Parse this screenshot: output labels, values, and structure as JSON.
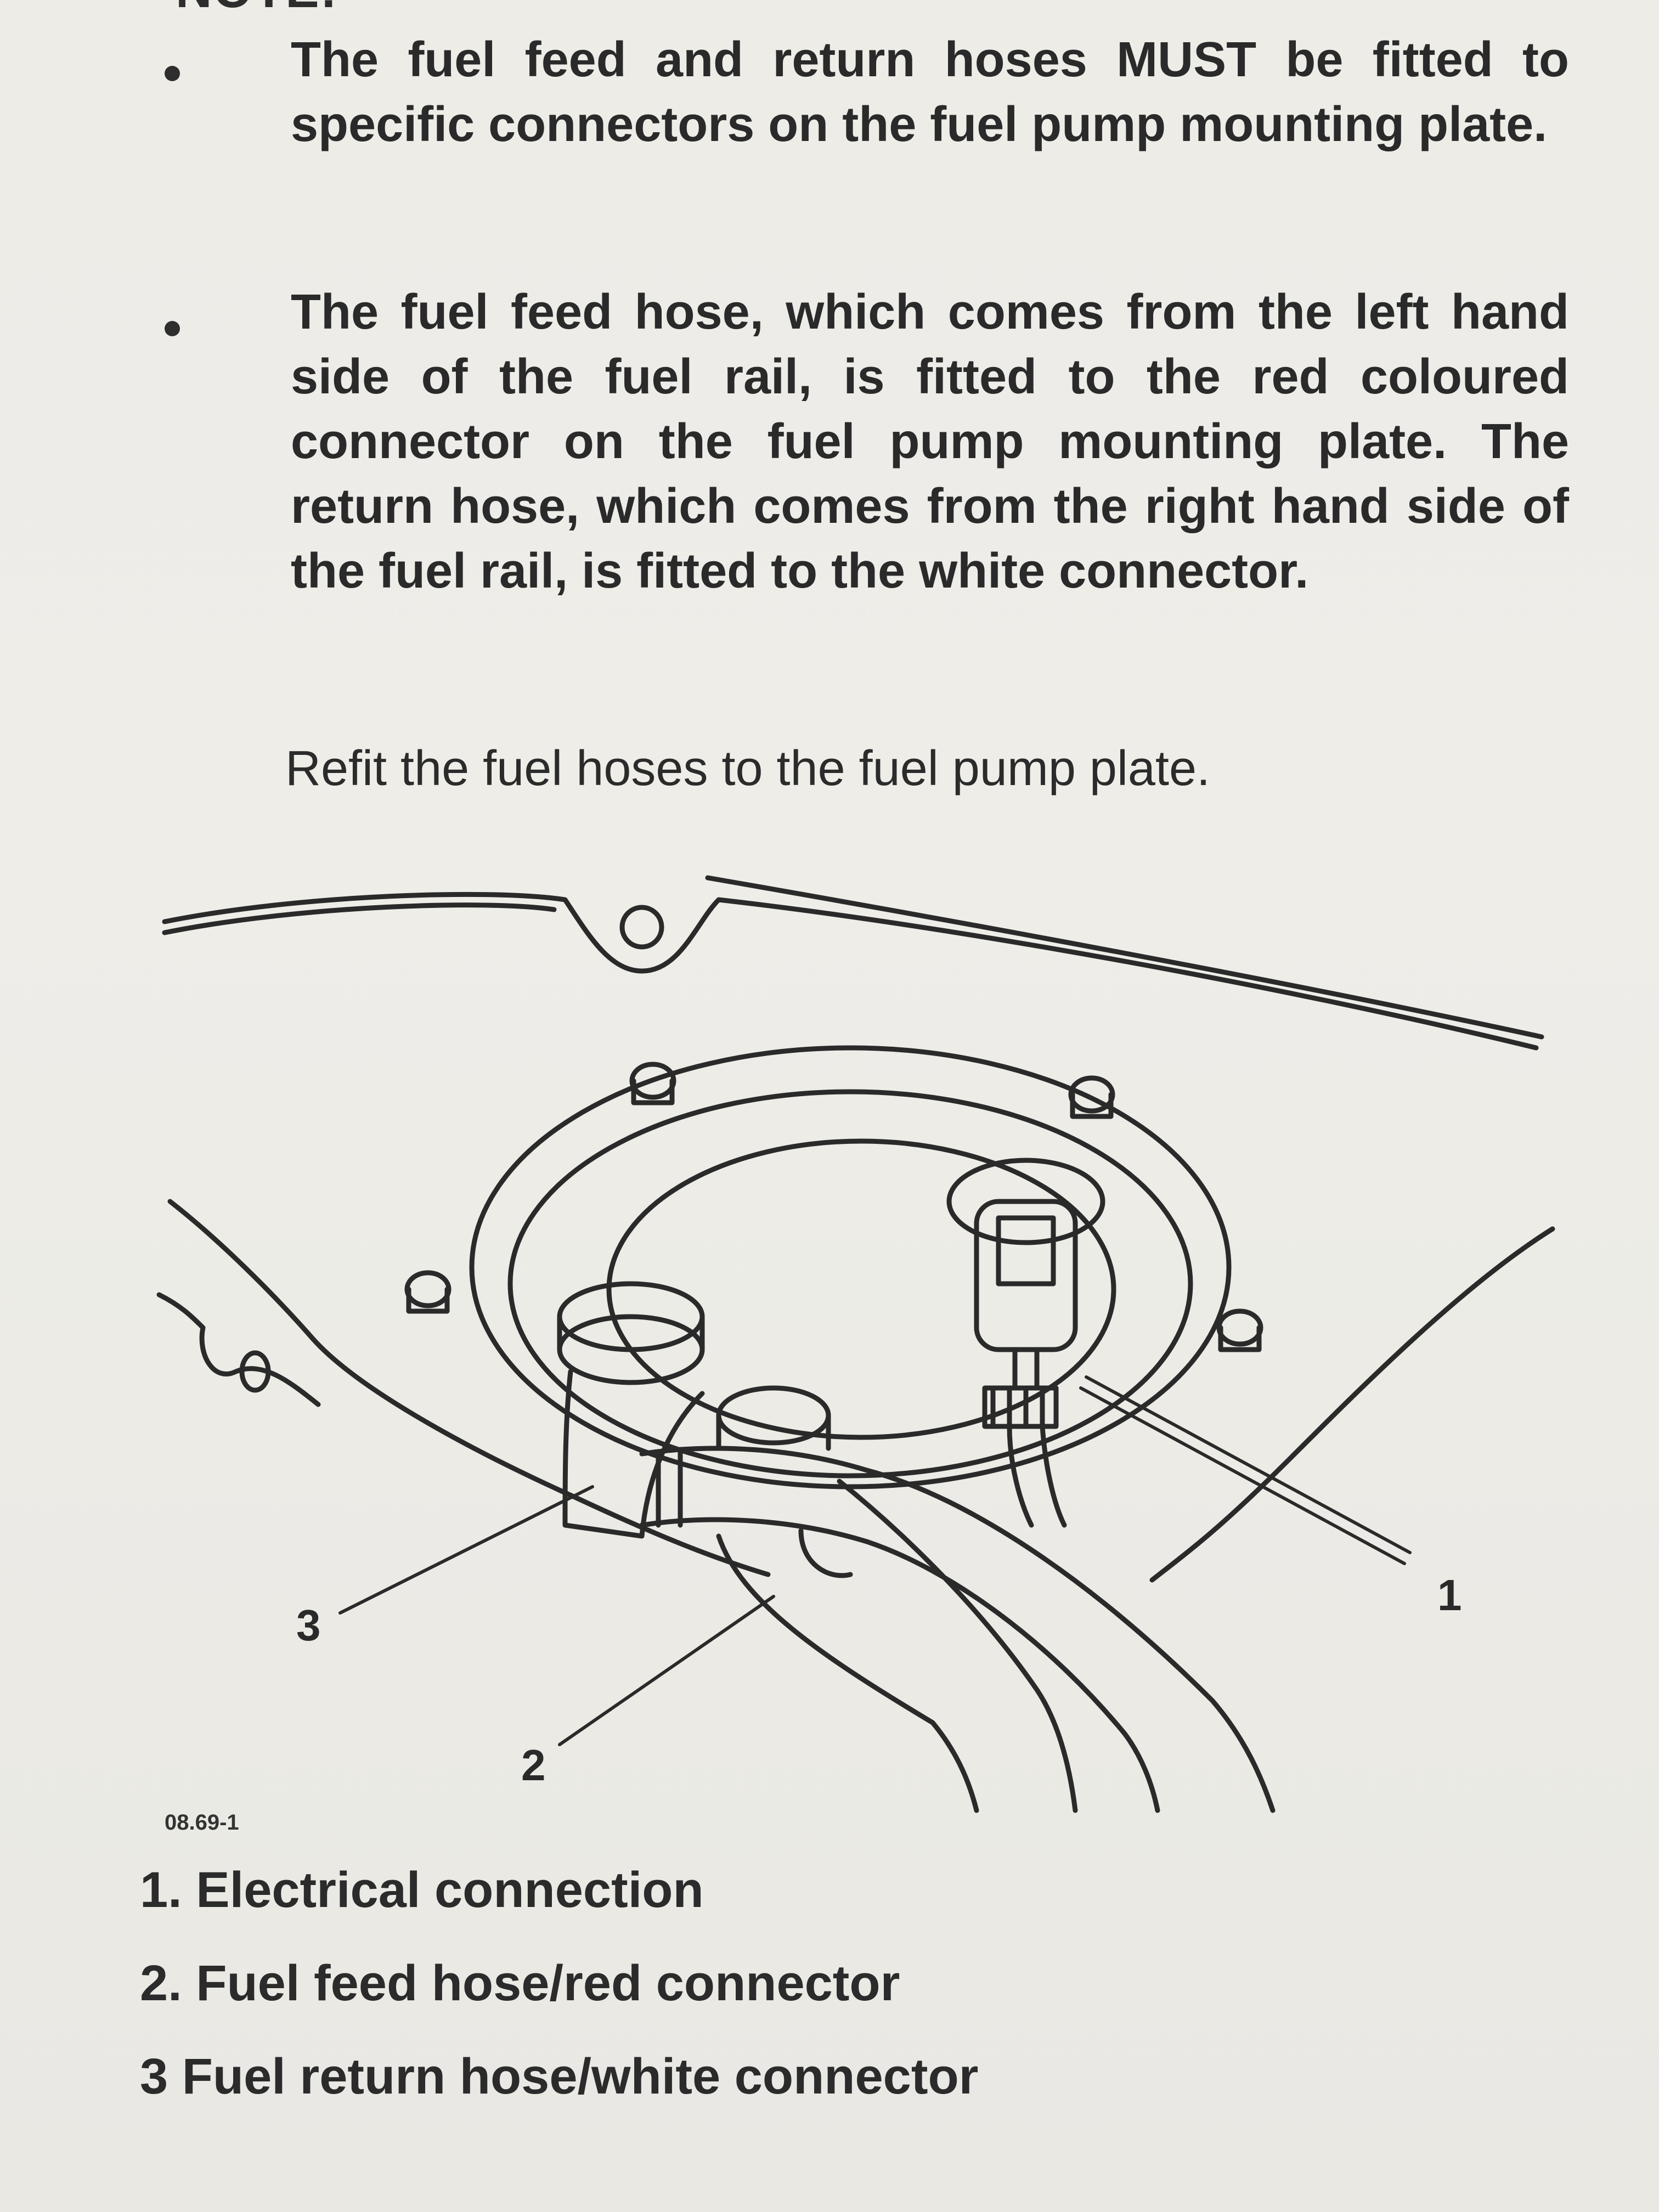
{
  "document": {
    "note_heading": "NOTE:",
    "bullets": [
      "The fuel feed and return hoses MUST be fitted to specific connectors on the fuel pump mounting plate.",
      "The fuel feed hose, which comes from the left hand side of the fuel rail, is fitted to the red coloured connector on the fuel pump mounting plate. The return hose, which comes from the right hand side of the fuel rail, is fitted to the white connector."
    ],
    "instruction": "Refit the fuel hoses to the fuel pump plate."
  },
  "figure": {
    "reference": "08.69-1",
    "callouts": [
      "1",
      "2",
      "3"
    ]
  },
  "legend": [
    "1. Electrical connection",
    "2. Fuel feed hose/red connector",
    "3 Fuel return hose/white connector"
  ]
}
